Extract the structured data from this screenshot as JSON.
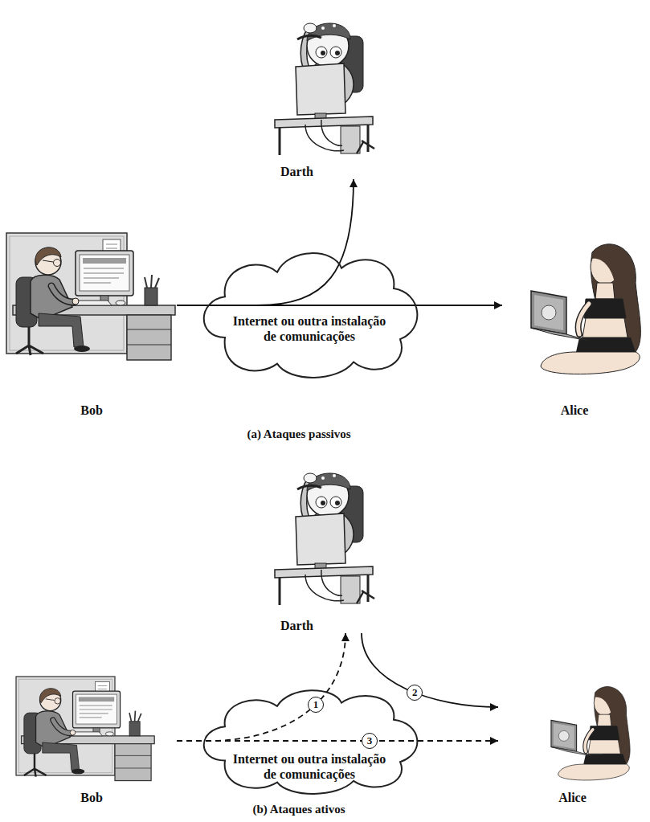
{
  "diagram": {
    "nodes": [
      {
        "text": [
          "Darth"
        ]
      },
      {
        "text": [
          "Bob"
        ]
      },
      {
        "text": [
          "Internet ou outra instalação de comunicações"
        ]
      },
      {
        "text": [
          "Alice"
        ]
      },
      {
        "text": [
          "Darth"
        ]
      },
      {
        "text": [
          "Bob"
        ]
      },
      {
        "text": [
          "Internet ou outra instalação de comunicações"
        ]
      },
      {
        "text": [
          "Alice"
        ]
      }
    ],
    "edges": [
      {
        "from": 1,
        "to": 3,
        "arrow": "to"
      },
      {
        "from": 1,
        "to": 0,
        "arrow": "to"
      },
      {
        "from": 5,
        "to": 4,
        "arrow": "to",
        "label": "1"
      },
      {
        "from": 4,
        "to": 7,
        "arrow": "to",
        "label": "2"
      },
      {
        "from": 5,
        "to": 7,
        "arrow": "to",
        "label": "3"
      }
    ],
    "labels": [
      "(a) Ataques passivos",
      "(b) Ataques ativos"
    ]
  }
}
